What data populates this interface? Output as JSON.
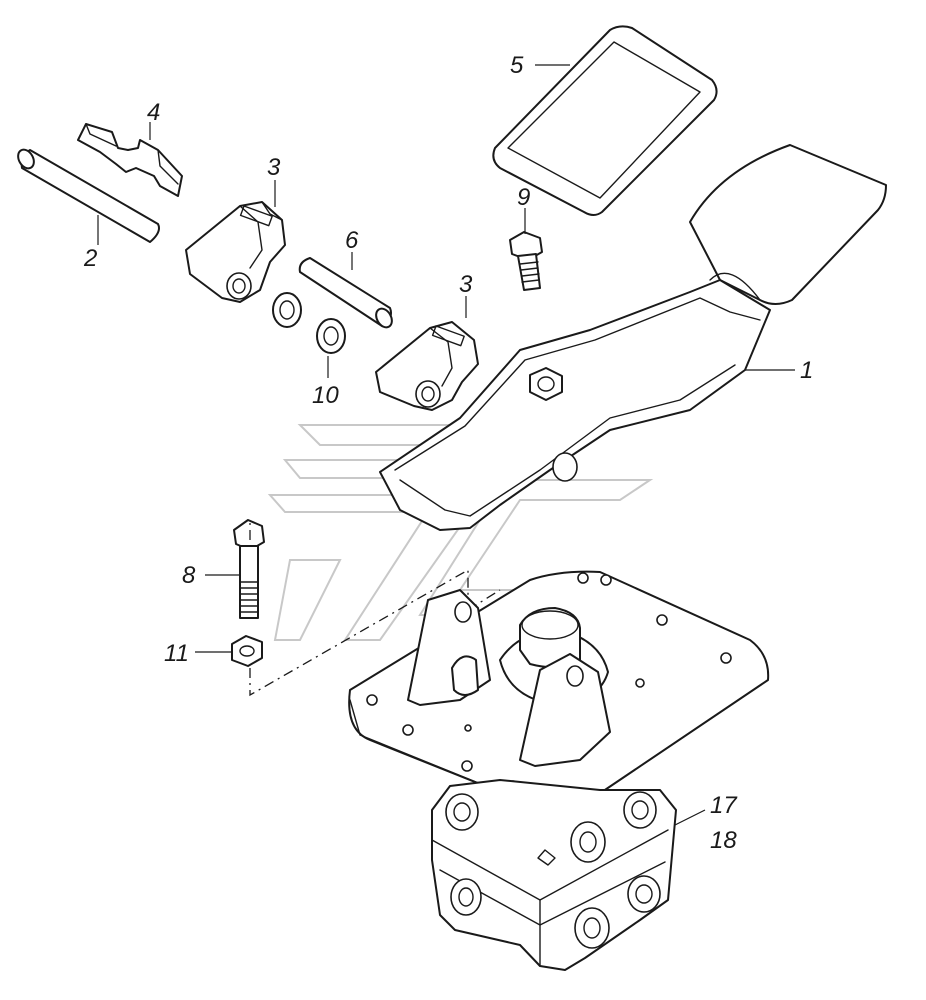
{
  "callouts": {
    "c1": "1",
    "c2": "2",
    "c3a": "3",
    "c3b": "3",
    "c4": "4",
    "c5": "5",
    "c6": "6",
    "c8": "8",
    "c9": "9",
    "c10": "10",
    "c11": "11",
    "c17": "17",
    "c18": "18"
  }
}
